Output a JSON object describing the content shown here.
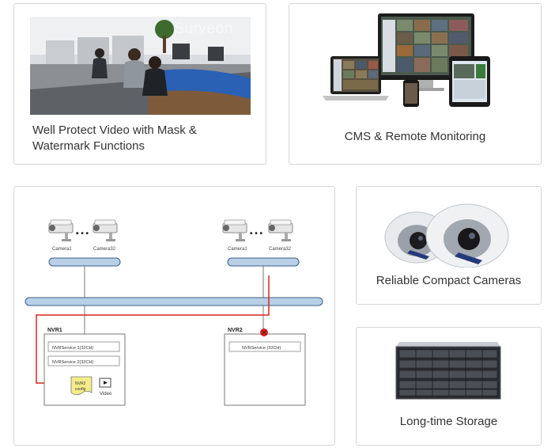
{
  "cards": {
    "video_protect": {
      "caption_line1": "Well Protect Video with Mask &",
      "caption_line2": "Watermark Functions",
      "watermark": "Surveon"
    },
    "cms": {
      "caption": "CMS & Remote Monitoring"
    },
    "cameras": {
      "caption": "Reliable Compact Cameras"
    },
    "storage": {
      "caption": "Long-time Storage"
    }
  },
  "diagram": {
    "group_left": {
      "camera_first": "Camera1",
      "camera_last": "Camera32",
      "ellipsis": "• • •"
    },
    "group_right": {
      "camera_first": "Camera1",
      "camera_last": "Camera32",
      "ellipsis": "• • •"
    },
    "nvr1": {
      "title": "NVR1",
      "service1": "NVRService 1(32CH)",
      "service2": "NVRService 2(32CH)",
      "config_line1": "NVR2",
      "config_line2": "config",
      "video_label": "Video"
    },
    "nvr2": {
      "title": "NVR2",
      "service": "NVRService (32CH)"
    }
  },
  "colors": {
    "border": "#d6d6d6",
    "bus_fill": "#b8cfe6",
    "bus_stroke": "#3a5f88",
    "failover_line": "#d9261c"
  }
}
